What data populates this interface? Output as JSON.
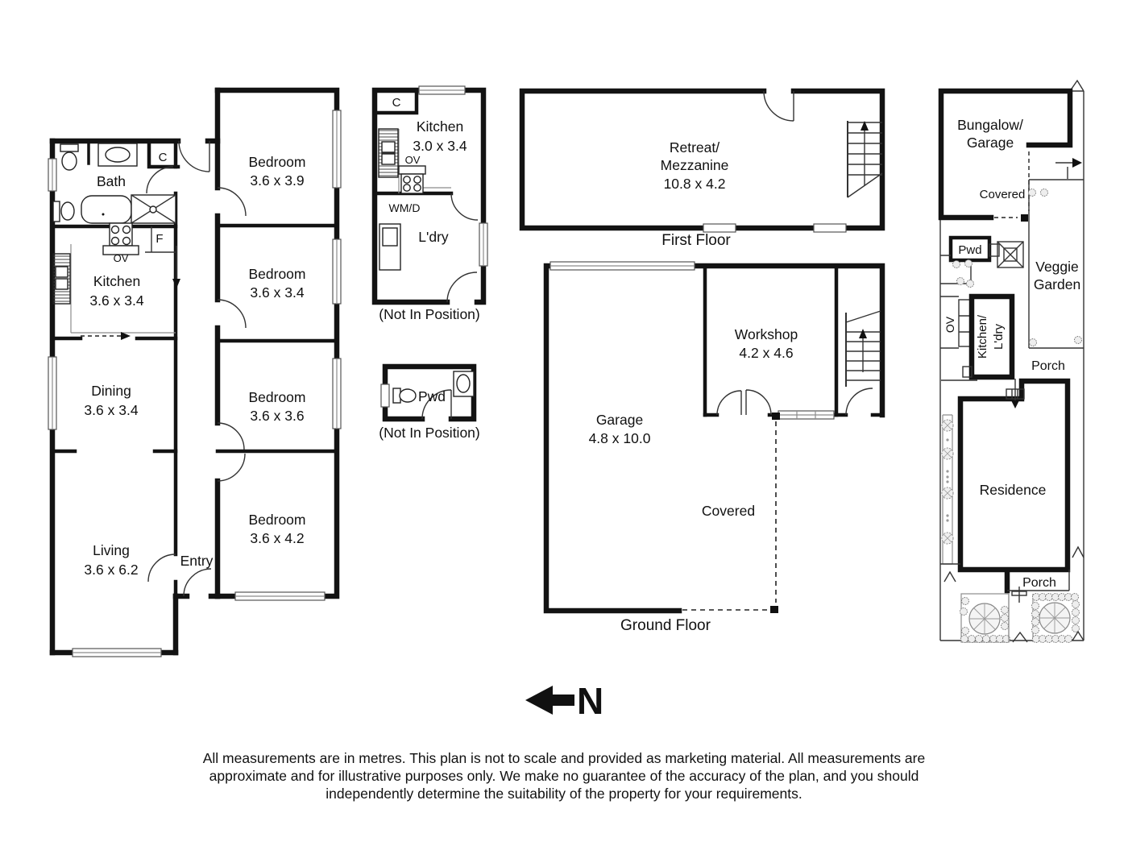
{
  "main_house": {
    "bath": {
      "label": "Bath"
    },
    "closet": "C",
    "oven": "OV",
    "fridge_nook": "F",
    "kitchen": {
      "label": "Kitchen",
      "dims": "3.6 x 3.4"
    },
    "dining": {
      "label": "Dining",
      "dims": "3.6 x 3.4"
    },
    "living": {
      "label": "Living",
      "dims": "3.6 x 6.2"
    },
    "entry": {
      "label": "Entry"
    },
    "bedroom_1": {
      "label": "Bedroom",
      "dims": "3.6 x 3.9"
    },
    "bedroom_2": {
      "label": "Bedroom",
      "dims": "3.6 x 3.4"
    },
    "bedroom_3": {
      "label": "Bedroom",
      "dims": "3.6 x 3.6"
    },
    "bedroom_4": {
      "label": "Bedroom",
      "dims": "3.6 x 4.2"
    }
  },
  "detached_kitchen": {
    "closet": "C",
    "label": "Kitchen",
    "dims": "3.0 x 3.4",
    "oven": "OV",
    "washer_dryer": "WM/D",
    "laundry": "L'dry",
    "note": "(Not In Position)"
  },
  "detached_powder": {
    "label": "Pwd",
    "note": "(Not In Position)"
  },
  "first_floor": {
    "room_line1": "Retreat/",
    "room_line2": "Mezzanine",
    "dims": "10.8 x 4.2",
    "floor_label": "First Floor"
  },
  "ground_floor": {
    "garage": {
      "label": "Garage",
      "dims": "4.8 x 10.0"
    },
    "workshop": {
      "label": "Workshop",
      "dims": "4.2 x 4.6"
    },
    "covered": "Covered",
    "floor_label": "Ground Floor"
  },
  "site_plan": {
    "bungalow_line1": "Bungalow/",
    "bungalow_line2": "Garage",
    "covered": "Covered",
    "pwd": "Pwd",
    "veggie_line1": "Veggie",
    "veggie_line2": "Garden",
    "oven": "OV",
    "kitchen_laundry_line1": "Kitchen/",
    "kitchen_laundry_line2": "L'dry",
    "porch_rear": "Porch",
    "residence": "Residence",
    "porch_front": "Porch"
  },
  "compass": {
    "north": "N",
    "icon": "left-arrow"
  },
  "disclaimer": {
    "line1": "All measurements are in metres. This plan is not to scale and provided as marketing material. All measurements are",
    "line2": "approximate and for illustrative purposes only. We make no guarantee of the accuracy of the plan, and you should",
    "line3": "independently determine the suitability of the property for your requirements."
  }
}
